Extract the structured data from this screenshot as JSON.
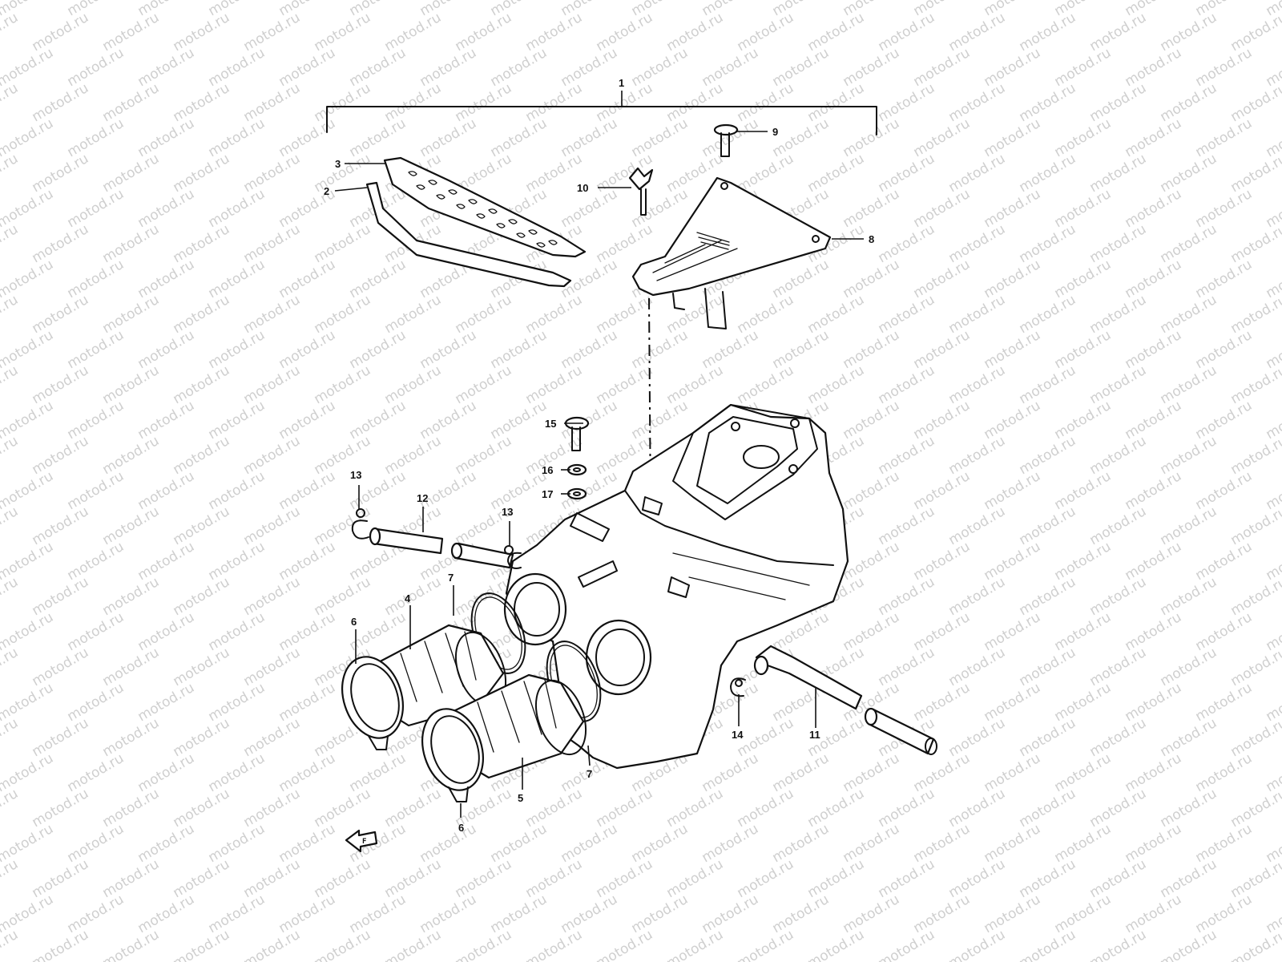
{
  "watermark": {
    "text": "motod.ru",
    "color": "#cfcfcf"
  },
  "callouts": {
    "c1": "1",
    "c2": "2",
    "c3": "3",
    "c4": "4",
    "c5": "5",
    "c6a": "6",
    "c6b": "6",
    "c7a": "7",
    "c7b": "7",
    "c8": "8",
    "c9": "9",
    "c10": "10",
    "c11": "11",
    "c12": "12",
    "c13a": "13",
    "c13b": "13",
    "c14": "14",
    "c15": "15",
    "c16": "16",
    "c17": "17"
  },
  "icons": {
    "front_arrow": "front-direction-arrow-icon",
    "stamp": "cover-stamp-mark-icon"
  }
}
